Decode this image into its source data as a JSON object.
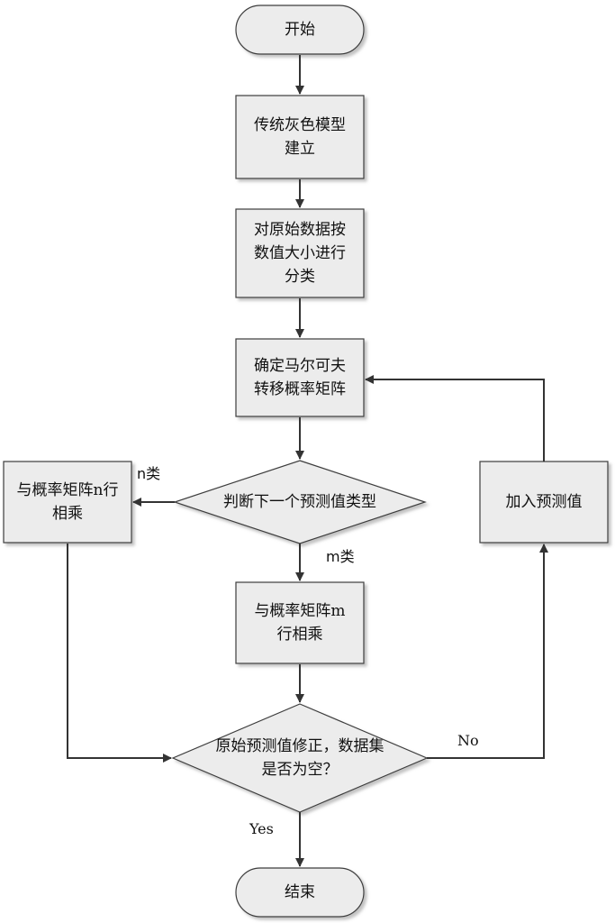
{
  "nodes": {
    "start": "开始",
    "traditional_grey_model": "传统灰色模型\n建立",
    "classify_data": "对原始数据按\n数值大小进行\n分类",
    "markov_matrix": "确定马尔可夫\n转移概率矩阵",
    "judge_type": "判断下一个预测值类型",
    "multiply_row_n": "与概率矩阵n行\n相乘",
    "multiply_row_m": "与概率矩阵m\n行相乘",
    "add_prediction": "加入预测值",
    "correct_and_check": "原始预测值修正，数据集\n是否为空？",
    "end": "结束"
  },
  "edge_labels": {
    "n_class": "n类",
    "m_class": "m类",
    "no": "No",
    "yes": "Yes"
  },
  "colors": {
    "box_fill": "#ececec",
    "stroke": "#3d3d3d",
    "arrow": "#333333"
  }
}
